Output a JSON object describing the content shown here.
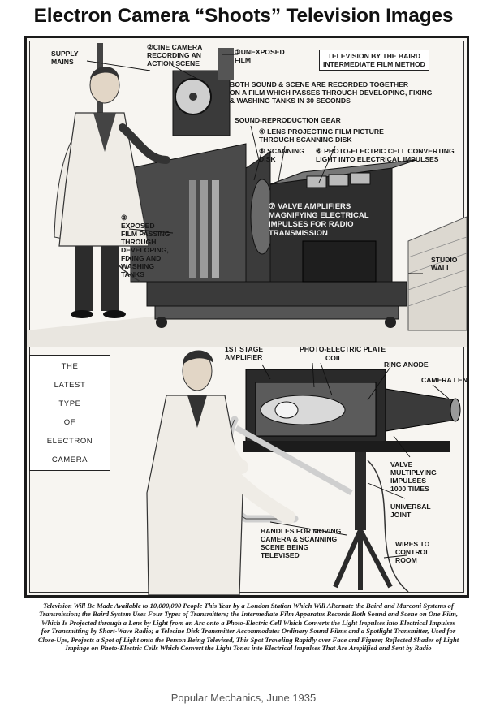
{
  "headline": "Electron Camera “Shoots” Television Images",
  "top_panel": {
    "method_box": "TELEVISION BY THE BAIRD\nINTERMEDIATE FILM METHOD",
    "supply_mains": "SUPPLY\nMAINS",
    "cine_camera": "②CINE CAMERA\nRECORDING AN\nACTION SCENE",
    "unexposed_film": "①UNEXPOSED\nFILM",
    "sound_scene": "BOTH SOUND & SCENE ARE RECORDED TOGETHER\nON A FILM WHICH PASSES THROUGH DEVELOPING, FIXING\n& WASHING TANKS IN 30 SECONDS",
    "sound_gear": "SOUND-REPRODUCTION GEAR",
    "lens_projecting": "④ LENS PROJECTING FILM PICTURE\nTHROUGH SCANNING DISK",
    "scanning_disk": "⑤ SCANNING\nDISK",
    "photo_cell": "⑥ PHOTO-ELECTRIC CELL CONVERTING\nLIGHT INTO ELECTRICAL IMPULSES",
    "valve_amplifiers": "⑦ VALVE AMPLIFIERS\nMAGNIFYING ELECTRICAL\nIMPULSES FOR RADIO\nTRANSMISSION",
    "exposed_film": "③\nEXPOSED\nFILM PASSING\nTHROUGH\nDEVELOPING,\nFIXING AND\nWASHING\nTANKS",
    "studio_wall": "STUDIO\nWALL"
  },
  "bottom_panel": {
    "latest_box": "THE\nLATEST\nTYPE\nOF\nELECTRON\nCAMERA",
    "first_stage": "1ST STAGE\nAMPLIFIER",
    "photo_plate": "PHOTO-ELECTRIC PLATE",
    "coil": "COIL",
    "ring_anode": "RING ANODE",
    "camera_lens": "CAMERA LENS",
    "valve_multiplying": "VALVE\nMULTIPLYING\nIMPULSES\n1000 TIMES",
    "universal_joint": "UNIVERSAL\nJOINT",
    "handles": "HANDLES FOR MOVING\nCAMERA & SCANNING\nSCENE BEING\nTELEVISED",
    "wires": "WIRES TO\nCONTROL\nROOM"
  },
  "caption": "Television Will Be Made Available to 10,000,000 People This Year by a London Station Which Will Alternate the Baird and Marconi Systems of Transmission; the Baird System Uses Four Types of Transmitters; the Intermediate Film Apparatus Records Both Sound and Scene on One Film, Which Is Projected through a Lens by Light from an Arc onto a Photo-Electric Cell Which Converts the Light Impulses into Electrical Impulses for Transmitting by Short-Wave Radio; a Telecine Disk Transmitter Accommodates Ordinary Sound Films and a Spotlight Transmitter, Used for Close-Ups, Projects a Spot of Light onto the Person Being Televised, This Spot Traveling Rapidly over Face and Figure; Reflected Shades of Light Impinge on Photo-Electric Cells Which Convert the Light Tones into Electrical Impulses That Are Amplified and Sent by Radio",
  "source": "Popular Mechanics, June 1935",
  "colors": {
    "ink": "#1a1a1a",
    "paper": "#f7f5f1",
    "coat": "#efece6",
    "machine": "#2b2b2b"
  }
}
